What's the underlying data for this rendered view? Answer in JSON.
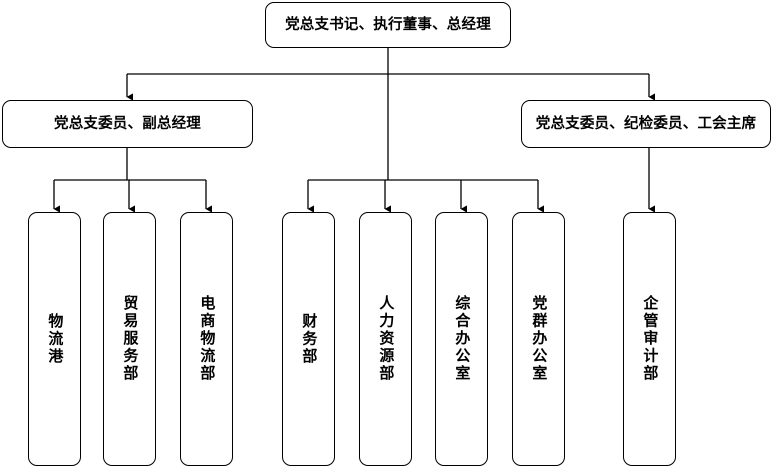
{
  "chart_data": {
    "type": "diagram",
    "title": "",
    "diagram_kind": "organizational-chart",
    "orientation": "top-down",
    "levels": 3,
    "nodes": [
      {
        "id": "n0",
        "level": 0,
        "label": "党总支书记、执行董事、总经理",
        "text_orientation": "horizontal"
      },
      {
        "id": "n1",
        "level": 1,
        "label": "党总支委员、副总经理",
        "text_orientation": "horizontal"
      },
      {
        "id": "n2",
        "level": 1,
        "label": "党总支委员、纪检委员、工会主席",
        "text_orientation": "horizontal"
      },
      {
        "id": "d1",
        "level": 2,
        "label": "物流港",
        "text_orientation": "vertical"
      },
      {
        "id": "d2",
        "level": 2,
        "label": "贸易服务部",
        "text_orientation": "vertical"
      },
      {
        "id": "d3",
        "level": 2,
        "label": "电商物流部",
        "text_orientation": "vertical"
      },
      {
        "id": "d4",
        "level": 2,
        "label": "财务部",
        "text_orientation": "vertical"
      },
      {
        "id": "d5",
        "level": 2,
        "label": "人力资源部",
        "text_orientation": "vertical"
      },
      {
        "id": "d6",
        "level": 2,
        "label": "综合办公室",
        "text_orientation": "vertical"
      },
      {
        "id": "d7",
        "level": 2,
        "label": "党群办公室",
        "text_orientation": "vertical"
      },
      {
        "id": "d8",
        "level": 2,
        "label": "企管审计部",
        "text_orientation": "vertical"
      }
    ],
    "edges": [
      {
        "from": "n0",
        "to": "n1",
        "style": "elbow-arrow"
      },
      {
        "from": "n0",
        "to": "n2",
        "style": "elbow-arrow"
      },
      {
        "from": "n0",
        "to": "d4",
        "style": "straight-arrow"
      },
      {
        "from": "n0",
        "to": "d5",
        "style": "elbow-arrow"
      },
      {
        "from": "n0",
        "to": "d6",
        "style": "elbow-arrow"
      },
      {
        "from": "n0",
        "to": "d7",
        "style": "elbow-arrow"
      },
      {
        "from": "n1",
        "to": "d1",
        "style": "elbow-arrow"
      },
      {
        "from": "n1",
        "to": "d2",
        "style": "straight-arrow"
      },
      {
        "from": "n1",
        "to": "d3",
        "style": "elbow-arrow"
      },
      {
        "from": "n2",
        "to": "d8",
        "style": "straight-arrow"
      }
    ],
    "colors": {
      "node_fill": "#ffffff",
      "node_stroke": "#000000",
      "connector": "#000000",
      "text": "#000000",
      "background": "#ffffff"
    }
  },
  "top": {
    "label": "党总支书记、执行董事、总经理"
  },
  "managers": {
    "left": "党总支委员、副总经理",
    "right": "党总支委员、纪检委员、工会主席"
  },
  "departments": {
    "d1": "物流港",
    "d2": "贸易服务部",
    "d3": "电商物流部",
    "d4": "财务部",
    "d5": "人力资源部",
    "d6": "综合办公室",
    "d7": "党群办公室",
    "d8": "企管审计部"
  }
}
